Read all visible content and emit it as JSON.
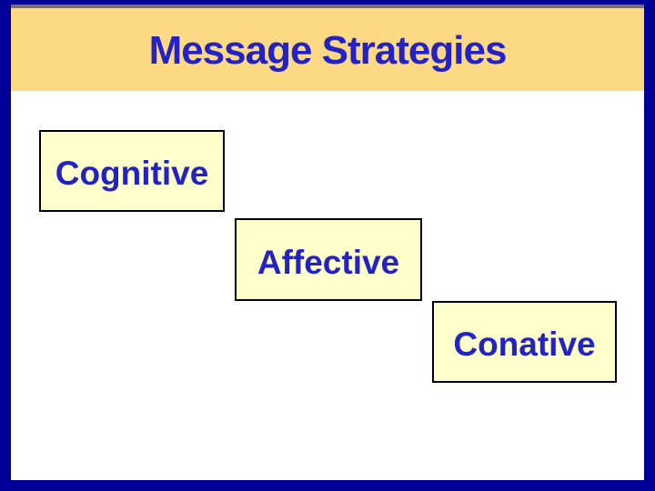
{
  "slide": {
    "title": "Message Strategies",
    "boxes": [
      {
        "label": "Cognitive"
      },
      {
        "label": "Affective"
      },
      {
        "label": "Conative"
      }
    ],
    "colors": {
      "frame_blue": "#000099",
      "accent_brown": "#7B7063",
      "header_tan": "#FED983",
      "content_white": "#FFFFFF",
      "box_fill": "#FFFFCC",
      "box_border": "#000000",
      "text_blue": "#2222C8"
    }
  }
}
